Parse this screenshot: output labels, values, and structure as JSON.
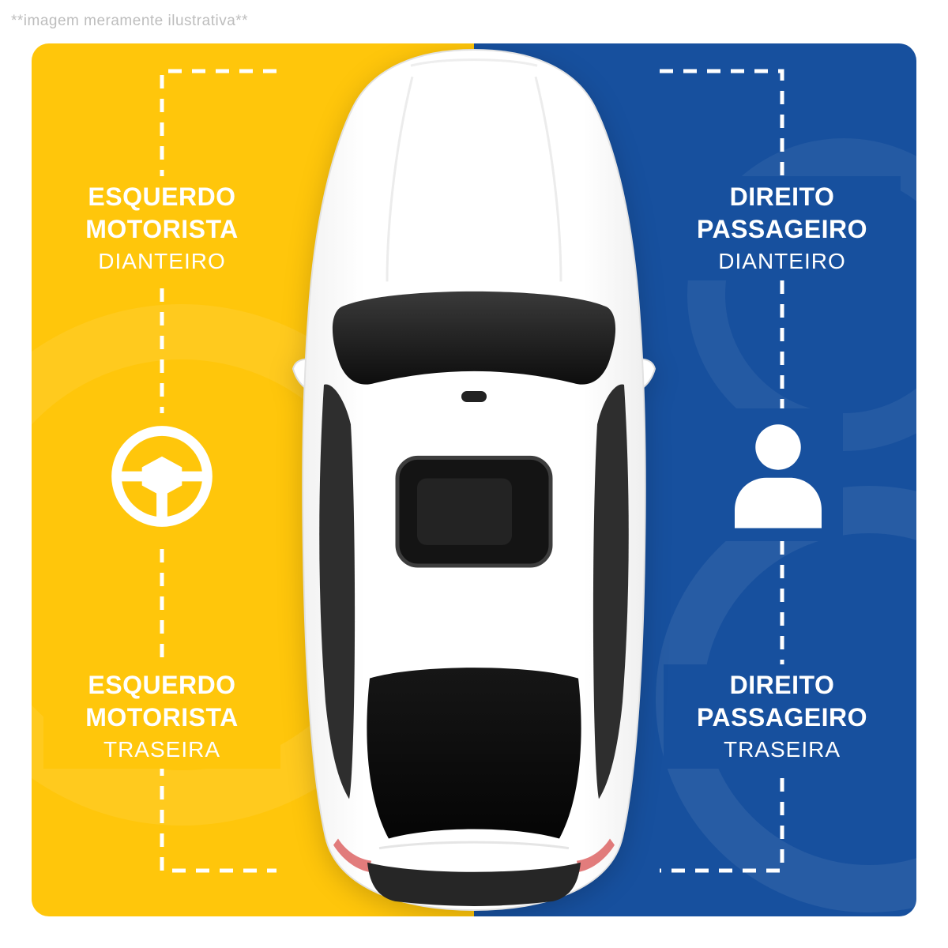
{
  "caption": "**imagem meramente ilustrativa**",
  "colors": {
    "left_panel": "#FFC60B",
    "right_panel": "#17509E",
    "dash_line": "#FFFFFF",
    "text": "#FFFFFF"
  },
  "left_panel": {
    "side": "esquerdo",
    "front": {
      "line1": "ESQUERDO",
      "line2": "MOTORISTA",
      "line3": "DIANTEIRO"
    },
    "rear": {
      "line1": "ESQUERDO",
      "line2": "MOTORISTA",
      "line3": "TRASEIRA"
    },
    "icon": "steering-wheel"
  },
  "right_panel": {
    "side": "direito",
    "front": {
      "line1": "DIREITO",
      "line2": "PASSAGEIRO",
      "line3": "DIANTEIRO"
    },
    "rear": {
      "line1": "DIREITO",
      "line2": "PASSAGEIRO",
      "line3": "TRASEIRA"
    },
    "icon": "person"
  },
  "icons": {
    "driver": "steering-wheel-icon",
    "passenger": "person-icon",
    "center": "car-top-view"
  }
}
